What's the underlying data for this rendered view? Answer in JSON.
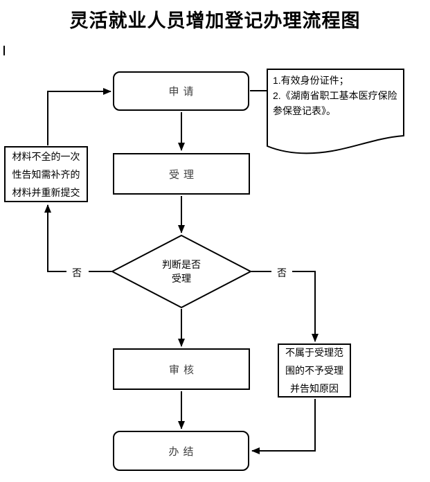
{
  "title": "灵活就业人员增加登记办理流程图",
  "nodes": {
    "apply": {
      "label": "申请"
    },
    "accept": {
      "label": "受理"
    },
    "review": {
      "label": "审核"
    },
    "finish": {
      "label": "办结"
    },
    "decision": {
      "lines": [
        "判断是否",
        "受理"
      ]
    },
    "incomplete": {
      "lines": [
        "材料不全的一次",
        "性告知需补齐的",
        "材料并重新提交"
      ]
    },
    "reject": {
      "lines": [
        "不属于受理范",
        "围的不予受理",
        "并告知原因"
      ]
    },
    "documents": {
      "lines": [
        "1.有效身份证件；",
        "2.《湖南省职工基本医疗保险",
        "参保登记表》。"
      ]
    }
  },
  "edge_labels": {
    "no_left": "否",
    "no_right": "否"
  },
  "colors": {
    "stroke": "#000000",
    "node_label": "#404040",
    "text": "#000000",
    "background": "#ffffff"
  }
}
